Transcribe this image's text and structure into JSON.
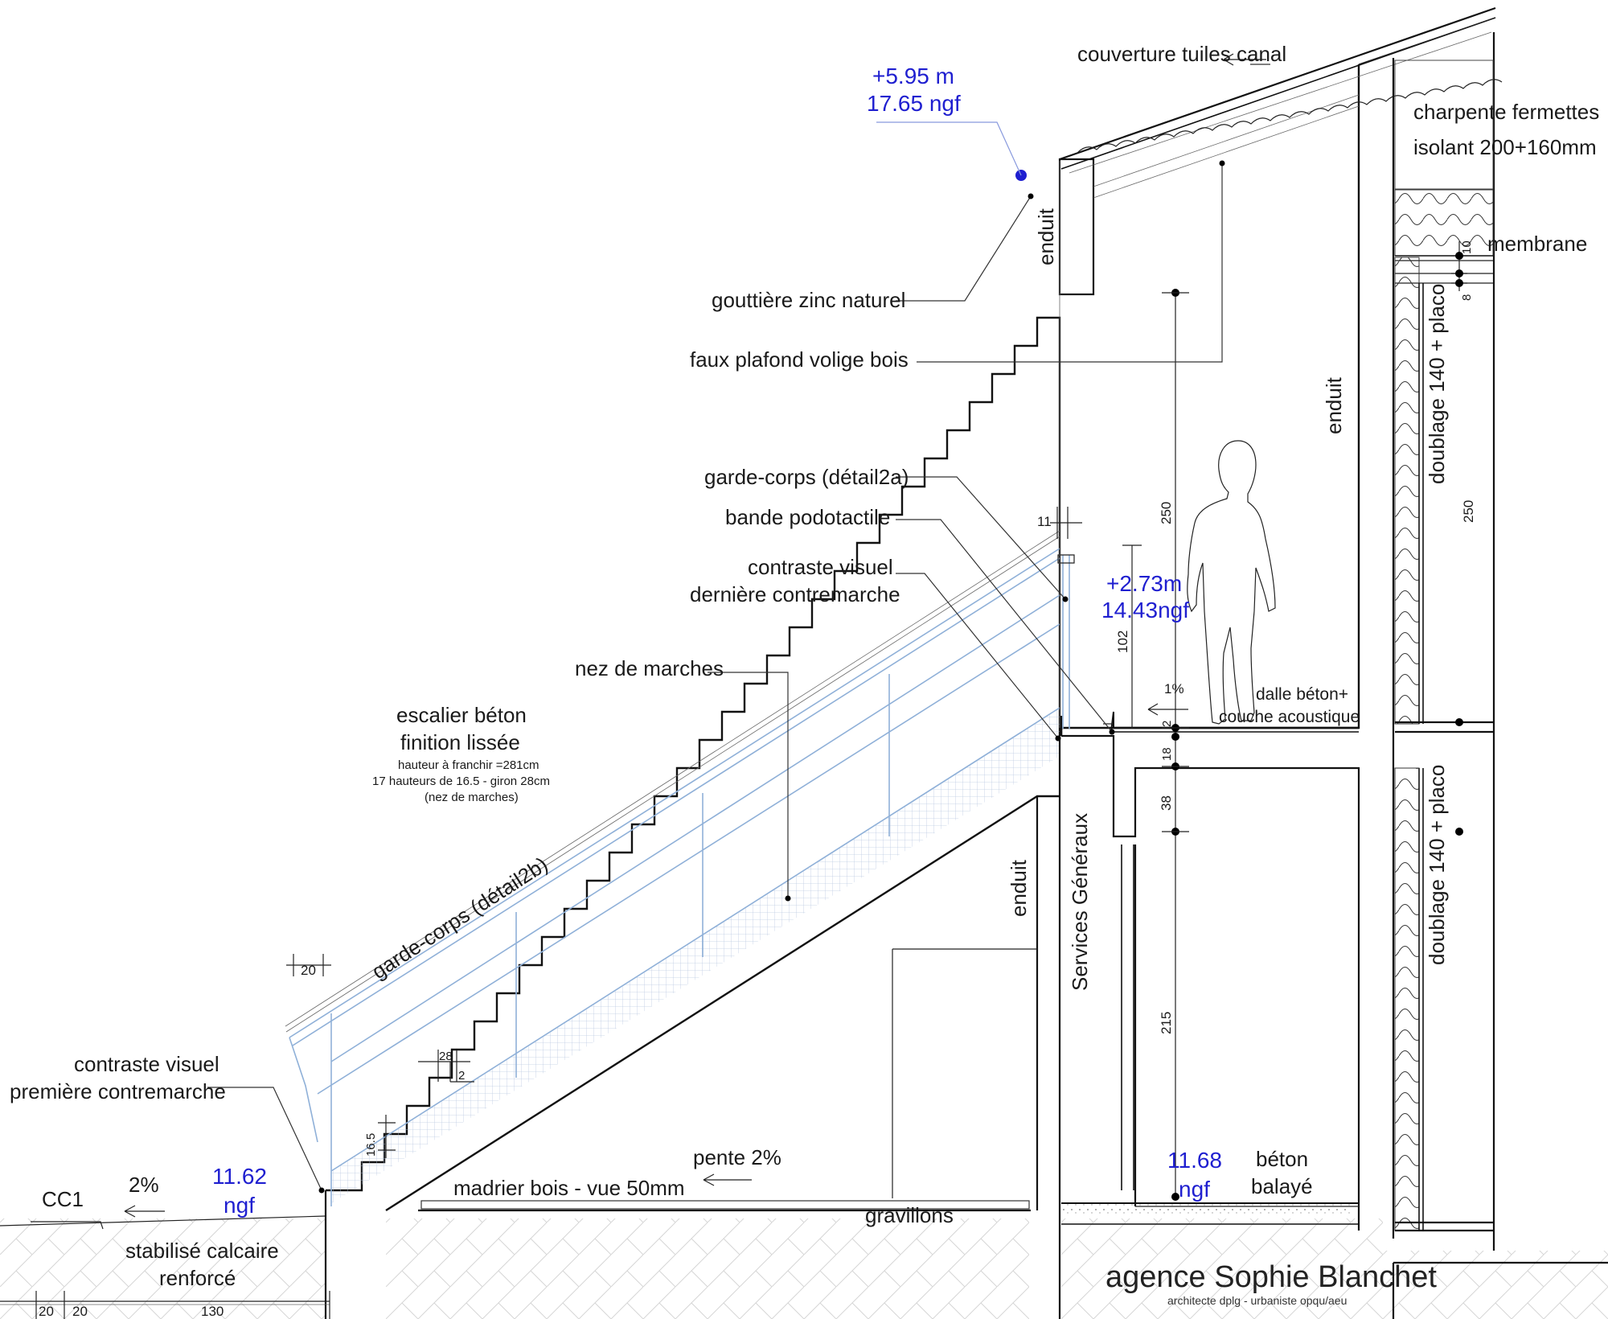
{
  "labels": {
    "roof_cover": "couverture tuiles canal",
    "roof_frame_1": "charpente fermettes",
    "roof_frame_2": "isolant 200+160mm",
    "membrane": "membrane",
    "gutter": "gouttière zinc naturel",
    "ceiling": "faux plafond volige bois",
    "guard_a": "garde-corps (détail2a)",
    "tactile": "bande podotactile",
    "contrast_last_1": "contraste visuel",
    "contrast_last_2": "dernière contremarche",
    "nosing": "nez de marches",
    "stair_1": "escalier béton",
    "stair_2": "finition lissée",
    "stair_3": "hauteur à franchir =281cm",
    "stair_4": "17 hauteurs de 16.5 - giron 28cm",
    "stair_5": "(nez de marches)",
    "guard_b": "garde-corps (détail2b)",
    "contrast_first_1": "contraste visuel",
    "contrast_first_2": "première contremarche",
    "cc1": "CC1",
    "stabilise_1": "stabilisé calcaire",
    "stabilise_2": "renforcé",
    "slope_pct": "2%",
    "pente": "pente 2%",
    "madrier": "madrier bois - vue 50mm",
    "gravillons": "gravillons",
    "enduit": "enduit",
    "services": "Services Généraux",
    "dalle_1": "dalle béton+",
    "dalle_2": "couche acoustique",
    "one_pct": "1%",
    "beton_1": "béton",
    "beton_2": "balayé",
    "doublage": "doublage 140 + placo",
    "agency_1": "agence Sophie Blanchet",
    "agency_2": "architecte dplg - urbaniste opqu/aeu"
  },
  "levels": {
    "top_1": "+5.95 m",
    "top_2": "17.65 ngf",
    "mid_1": "+2.73m",
    "mid_2": "14.43ngf",
    "ground_1": "11.62",
    "ground_2": "ngf",
    "ground2_1": "11.68",
    "ground2_2": "ngf"
  },
  "dims": {
    "d250": "250",
    "d102": "102",
    "d2": "2",
    "d18": "18",
    "d38": "38",
    "d215": "215",
    "d11": "11",
    "d20": "20",
    "d28": "28",
    "d2b": "2",
    "d165": "16.5",
    "d10": "10",
    "d8": "8",
    "d250r": "250",
    "b20a": "20",
    "b20b": "20",
    "b130": "130"
  },
  "colors": {
    "level_text": "#1f1fd0",
    "railing": "#8fb0d8",
    "ink": "#111111"
  }
}
